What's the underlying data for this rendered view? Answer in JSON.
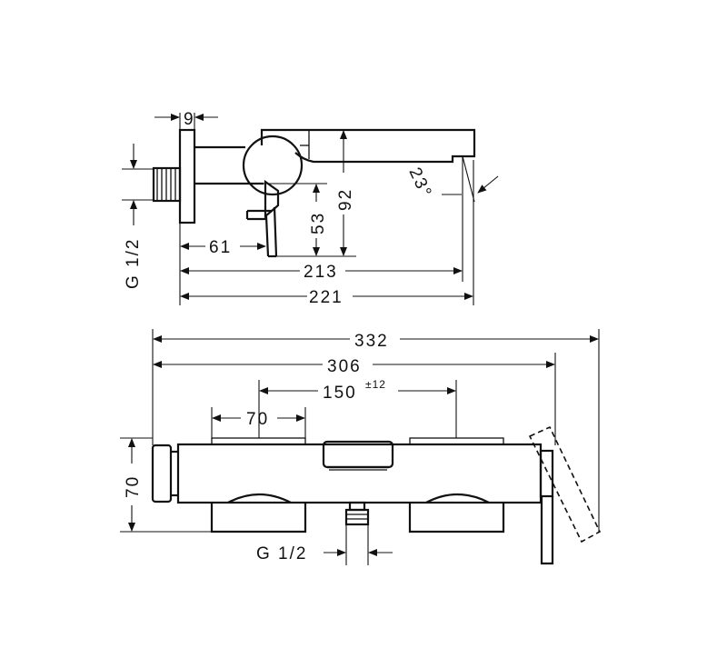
{
  "side_view": {
    "dim_9": "9",
    "dim_thread": "G 1/2",
    "dim_61": "61",
    "dim_53": "53",
    "dim_92": "92",
    "dim_213": "213",
    "dim_221": "221",
    "dim_angle": "23°"
  },
  "front_view": {
    "dim_332": "332",
    "dim_306": "306",
    "dim_150": "150",
    "dim_150_tol": "±12",
    "dim_70_width": "70",
    "dim_70_height": "70",
    "dim_thread": "G 1/2"
  }
}
